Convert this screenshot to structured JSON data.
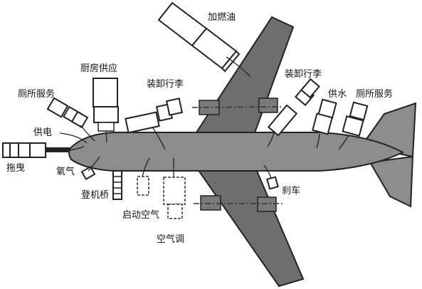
{
  "labels": {
    "refuel": "加燃油",
    "galley": "厨房供应",
    "baggage_left": "装卸行李",
    "baggage_right": "装卸行李",
    "lavatory_left": "厕所服务",
    "water": "供水",
    "lavatory_right": "厕所服务",
    "power": "供电",
    "tow": "拖曳",
    "oxygen": "氧气",
    "jet_bridge": "登机桥",
    "start_air": "启动空气",
    "air_conditioning": "空气调",
    "brake": "刹车"
  },
  "colors": {
    "aircraft_fill": "#8c8c8c",
    "wing_fill": "#6e6e6e",
    "stroke": "#222222",
    "background": "#ffffff"
  }
}
